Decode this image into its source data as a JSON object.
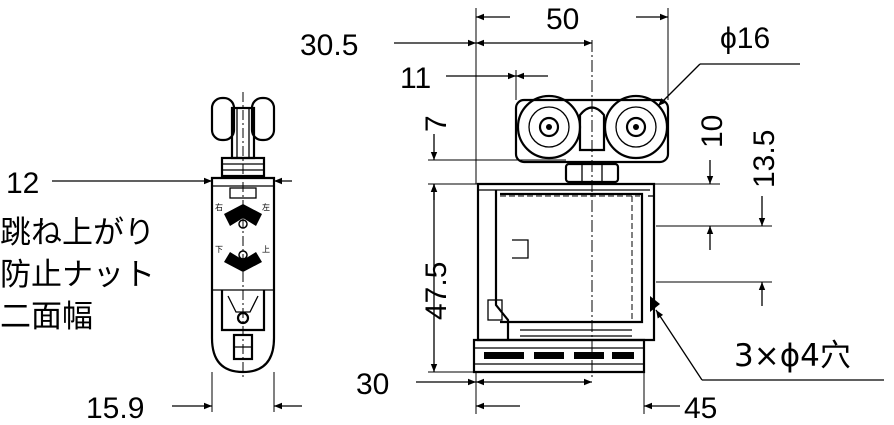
{
  "dimensions": {
    "width_50": "50",
    "offset_30_5": "30.5",
    "phi16": "ϕ16",
    "offset_11": "11",
    "height_7": "7",
    "height_10": "10",
    "height_13_5": "13.5",
    "height_47_5": "47.5",
    "width_30": "30",
    "width_45": "45",
    "holes": "3×ϕ4穴",
    "width_12": "12",
    "width_15_9": "15.9"
  },
  "notes": {
    "line1": "跳ね上がり",
    "line2": "防止ナット",
    "line3": "二面幅"
  },
  "side_view": {
    "mark_right": "右",
    "mark_left": "左",
    "mark_down": "下",
    "mark_up": "上"
  }
}
